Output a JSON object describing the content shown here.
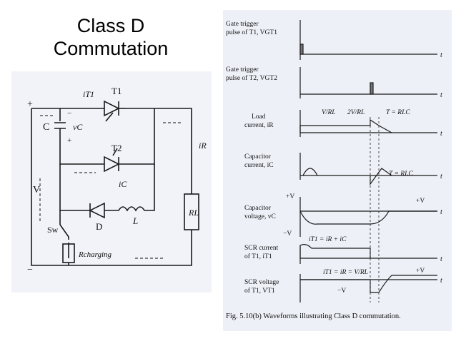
{
  "slide": {
    "title_line1": "Class D",
    "title_line2": "Commutation"
  },
  "circuit": {
    "labels": {
      "plus": "+",
      "minus": "−",
      "iT1": "iT1",
      "T1": "T1",
      "T2": "T2",
      "C": "C",
      "vC": "vC",
      "cap_minus": "−",
      "cap_plus": "+",
      "iC": "iC",
      "iR": "iR",
      "V": "V",
      "RL": "RL",
      "L": "L",
      "D": "D",
      "Sw": "Sw",
      "Rcharging": "Rcharging"
    }
  },
  "waveforms": {
    "caption": "Fig. 5.10(b)   Waveforms illustrating Class D commutation.",
    "axis_t": "t",
    "rows": {
      "gate1_label1": "Gate trigger",
      "gate1_label2": "pulse of T1, VGT1",
      "gate2_label1": "Gate trigger",
      "gate2_label2": "pulse of T2, VGT2",
      "load_label1": "Load",
      "load_label2": "current, iR",
      "cap_current_label1": "Capacitor",
      "cap_current_label2": "current, iC",
      "cap_voltage_label1": "Capacitor",
      "cap_voltage_label2": "voltage, vC",
      "scr_current_label1": "SCR current",
      "scr_current_label2": "of T1, iT1",
      "scr_voltage_label1": "SCR voltage",
      "scr_voltage_label2": "of T1, VT1"
    },
    "annotations": {
      "v_over_rl": "V/RL",
      "two_v_over_rl": "2V/RL",
      "tau1": "T = RLC",
      "tau2": "T = RLC",
      "plus_v": "+V",
      "minus_v": "−V",
      "plus_v_right": "+V",
      "it1_eq": "iT1 = iR + iC",
      "it1_eq2": "iT1 = iR = V/RL",
      "minus_v_scr": "−V",
      "plus_v_scr": "+V"
    }
  },
  "colors": {
    "paper": "#f4f5fa",
    "ink": "#1a1a1a",
    "arrow_hint": "#3a3a3a"
  }
}
